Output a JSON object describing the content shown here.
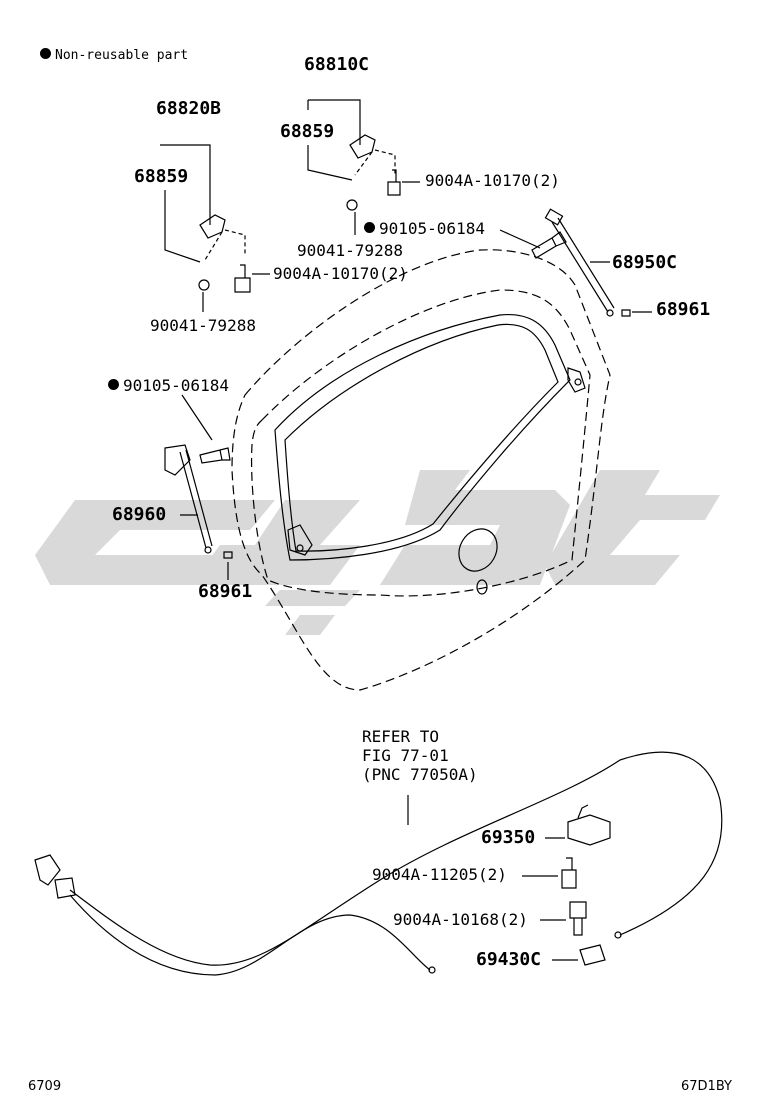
{
  "legend": {
    "text": "Non-reusable part",
    "symbol": "filled-circle"
  },
  "parts": {
    "p68810c": "68810C",
    "p68859_top": "68859",
    "p9004a_10170_top": "9004A-10170(2)",
    "p90041_top": "90041-79288",
    "p90105_top": "90105-06184",
    "p68950c": "68950C",
    "p68961_right": "68961",
    "p68820b": "68820B",
    "p68859_left": "68859",
    "p9004a_10170_left": "9004A-10170(2)",
    "p90041_left": "90041-79288",
    "p90105_left": "90105-06184",
    "p68960": "68960",
    "p68961_left": "68961",
    "p69350": "69350",
    "p9004a_11205": "9004A-11205(2)",
    "p9004a_10168": "9004A-10168(2)",
    "p69430c": "69430C"
  },
  "refer": {
    "line1": "REFER TO",
    "line2": "FIG 77-01",
    "line3": "(PNC 77050A)"
  },
  "footer": {
    "figure_no": "6709",
    "code": "67D1BY"
  },
  "colors": {
    "ink": "#000000",
    "watermark": "#d9d9d9"
  }
}
